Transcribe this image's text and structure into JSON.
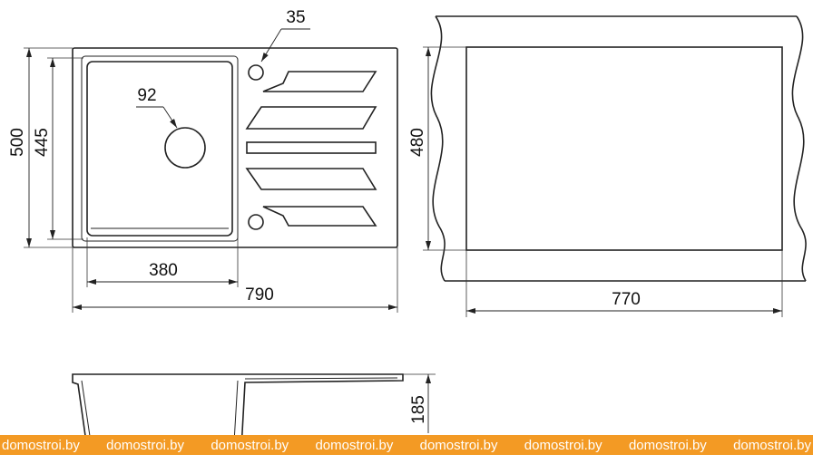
{
  "dimensions": {
    "total_width": "790",
    "bowl_width": "380",
    "total_depth": "500",
    "bowl_depth": "445",
    "drain_diameter": "92",
    "tap_hole_diameter": "35",
    "cutout_depth": "480",
    "cutout_width": "770",
    "sink_height": "185"
  },
  "watermark": {
    "items": [
      "domostroi.by",
      "domostroi.by",
      "domostroi.by",
      "domostroi.by",
      "domostroi.by",
      "domostroi.by",
      "domostroi.by",
      "domostroi.by"
    ],
    "color": "#f39a24"
  }
}
